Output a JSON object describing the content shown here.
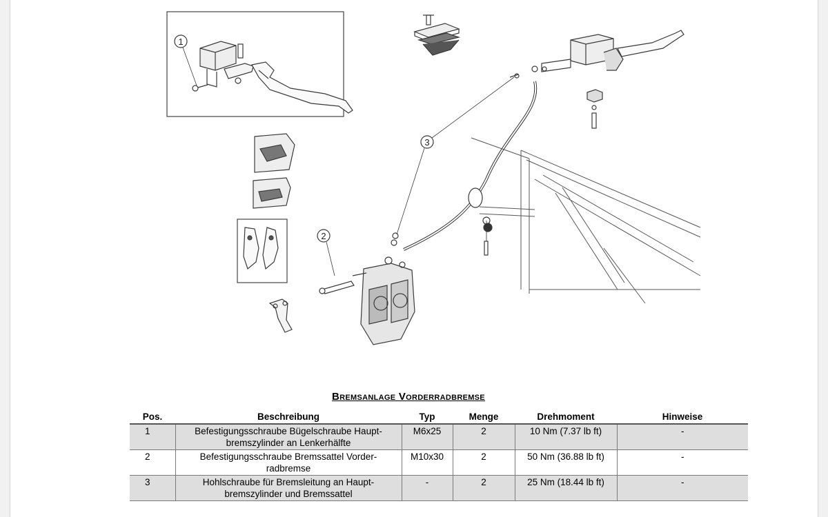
{
  "figure": {
    "callouts": [
      "1",
      "2",
      "3"
    ]
  },
  "title": "Bremsanlage Vorderradbremse",
  "table": {
    "headers": [
      "Pos.",
      "Beschreibung",
      "Typ",
      "Menge",
      "Drehmoment",
      "Hinweise"
    ],
    "rows": [
      {
        "pos": "1",
        "desc_line1": "Befestigungsschraube Bügelschraube Haupt-",
        "desc_line2": "bremszylinder an Lenkerhälfte",
        "typ": "M6x25",
        "menge": "2",
        "drehmoment": "10 Nm (7.37 lb ft)",
        "hinweise": "-"
      },
      {
        "pos": "2",
        "desc_line1": "Befestigungsschraube Bremssattel Vorder-",
        "desc_line2": "radbremse",
        "typ": "M10x30",
        "menge": "2",
        "drehmoment": "50 Nm (36.88 lb ft)",
        "hinweise": "-"
      },
      {
        "pos": "3",
        "desc_line1": "Hohlschraube für Bremsleitung an Haupt-",
        "desc_line2": "bremszylinder und Bremssattel",
        "typ": "-",
        "menge": "2",
        "drehmoment": "25 Nm (18.44 lb ft)",
        "hinweise": "-"
      }
    ]
  }
}
